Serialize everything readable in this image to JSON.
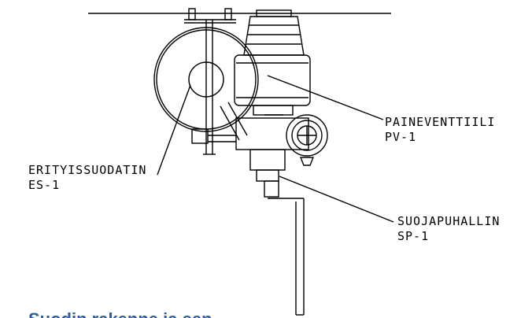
{
  "labels": {
    "paineventtiili": {
      "name": "PAINEVENTTIILI",
      "code": "PV-1"
    },
    "erityissuodatin": {
      "name": "ERITYISSUODATIN",
      "code": "ES-1"
    },
    "suojapuhallin": {
      "name": "SUOJAPUHALLIN",
      "code": "SP-1"
    }
  },
  "caption_partial": "Suodin rakenne ja sen",
  "colors": {
    "line": "#000000",
    "caption": "#2a5f9e"
  }
}
